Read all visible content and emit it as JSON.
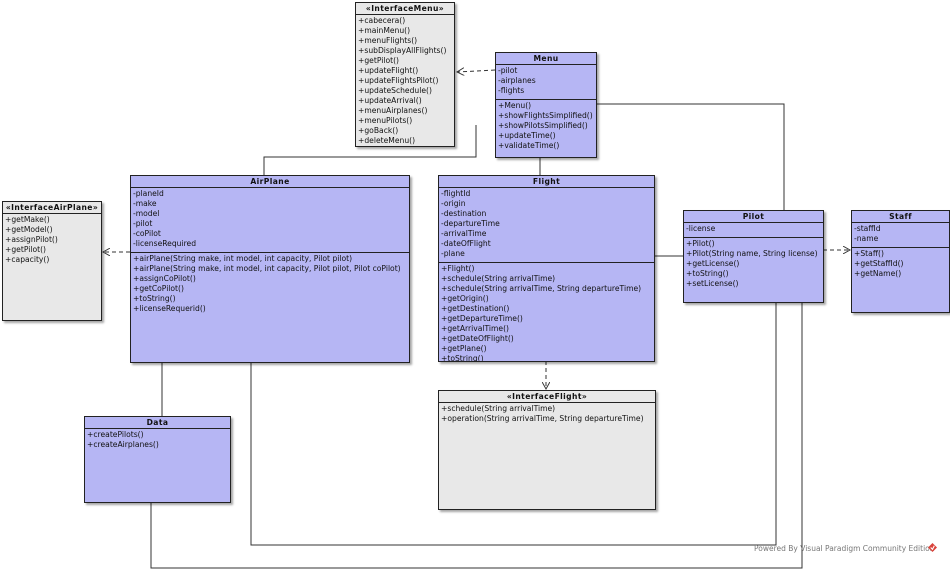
{
  "classes": {
    "interface_menu": {
      "title": "«InterfaceMenu»",
      "attributes": [],
      "operations": [
        "+cabecera()",
        "+mainMenu()",
        "+menuFlights()",
        "+subDisplayAllFlights()",
        "+getPilot()",
        "+updateFlight()",
        "+updateFlightsPilot()",
        "+updateSchedule()",
        "+updateArrival()",
        "+menuAirplanes()",
        "+menuPilots()",
        "+goBack()",
        "+deleteMenu()"
      ]
    },
    "menu": {
      "title": "Menu",
      "attributes": [
        "-pilot",
        "-airplanes",
        "-flights"
      ],
      "operations": [
        "+Menu()",
        "+showFlightsSimplified()",
        "+showPilotsSimplified()",
        "+updateTime()",
        "+validateTime()"
      ]
    },
    "interface_airplane": {
      "title": "«InterfaceAirPlane»",
      "attributes": [],
      "operations": [
        "+getMake()",
        "+getModel()",
        "+assignPilot()",
        "+getPilot()",
        "+capacity()"
      ]
    },
    "airplane": {
      "title": "AirPlane",
      "attributes": [
        "-planeId",
        "-make",
        "-model",
        "-pilot",
        "-coPilot",
        "-licenseRequired"
      ],
      "operations": [
        "+airPlane(String make, int model, int capacity, Pilot pilot)",
        "+airPlane(String make, int model, int capacity, Pilot pilot, Pilot coPilot)",
        "+assignCoPilot()",
        "+getCoPilot()",
        "+toString()",
        "+licenseRequerid()"
      ]
    },
    "flight": {
      "title": "Flight",
      "attributes": [
        "-flightId",
        "-origin",
        "-destination",
        "-departureTime",
        "-arrivalTime",
        "-dateOfFlight",
        "-plane"
      ],
      "operations": [
        "+Flight()",
        "+schedule(String arrivalTime)",
        "+schedule(String arrivalTime, String departureTime)",
        "+getOrigin()",
        "+getDestination()",
        "+getDepartureTime()",
        "+getArrivalTime()",
        "+getDateOfFlight()",
        "+getPlane()",
        "+toString()"
      ]
    },
    "pilot": {
      "title": "Pilot",
      "attributes": [
        "-license"
      ],
      "operations": [
        "+Pilot()",
        "+Pilot(String name, String license)",
        "+getLicense()",
        "+toString()",
        "+setLicense()"
      ]
    },
    "staff": {
      "title": "Staff",
      "attributes": [
        "-staffId",
        "-name"
      ],
      "operations": [
        "+Staff()",
        "+getStaffId()",
        "+getName()"
      ]
    },
    "interface_flight": {
      "title": "«InterfaceFlight»",
      "attributes": [],
      "operations": [
        "+schedule(String arrivalTime)",
        "+operation(String arrivalTime, String departureTime)"
      ]
    },
    "data": {
      "title": "Data",
      "attributes": [],
      "operations": [
        "+createPilots()",
        "+createAirplanes()"
      ]
    }
  },
  "watermark": "Powered By Visual Paradigm Community Edition",
  "colors": {
    "class_fill": "#b6b6f4",
    "interface_fill": "#e8e8e8",
    "line": "#333333"
  }
}
